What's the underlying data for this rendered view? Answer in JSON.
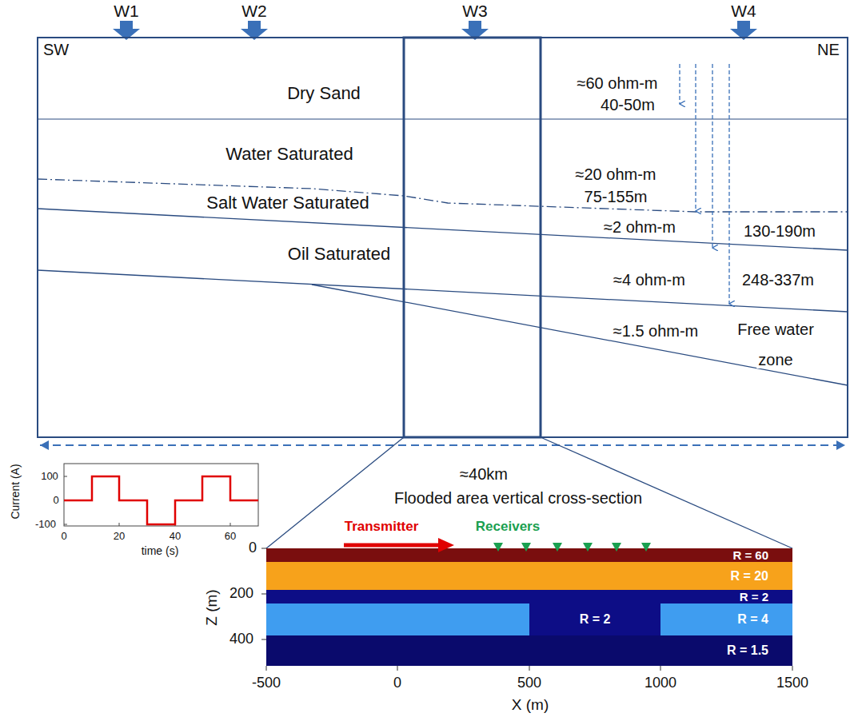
{
  "diagram": {
    "nodes": [
      {
        "text": [
          "R = 60"
        ]
      },
      {
        "text": [
          "R = 20"
        ]
      },
      {
        "text": [
          "R = 2"
        ]
      },
      {
        "text": [
          "R = 4"
        ]
      },
      {
        "text": [
          "R = 2"
        ],
        "in": 3
      },
      {
        "text": [
          "R = 1.5"
        ]
      }
    ],
    "labels": [
      "W1",
      "W2",
      "W3",
      "W4",
      "SW",
      "NE",
      "Dry Sand",
      "≈60 ohm-m",
      "40-50m",
      "Water Saturated",
      "≈20 ohm-m",
      "75-155m",
      "Salt Water Saturated",
      "≈2 ohm-m",
      "130-190m",
      "Oil Saturated",
      "≈4 ohm-m",
      "248-337m",
      "≈1.5 ohm-m",
      "Free water",
      "zone",
      "≈40km",
      "Flooded area vertical cross-section",
      "Current (A)",
      "100",
      "0",
      "-100",
      "0",
      "20",
      "40",
      "60",
      "time (s)",
      "Transmitter",
      "Receivers",
      "0",
      "200",
      "400",
      "Z (m)",
      "-500",
      "0",
      "500",
      "1000",
      "1500",
      "X (m)"
    ]
  }
}
